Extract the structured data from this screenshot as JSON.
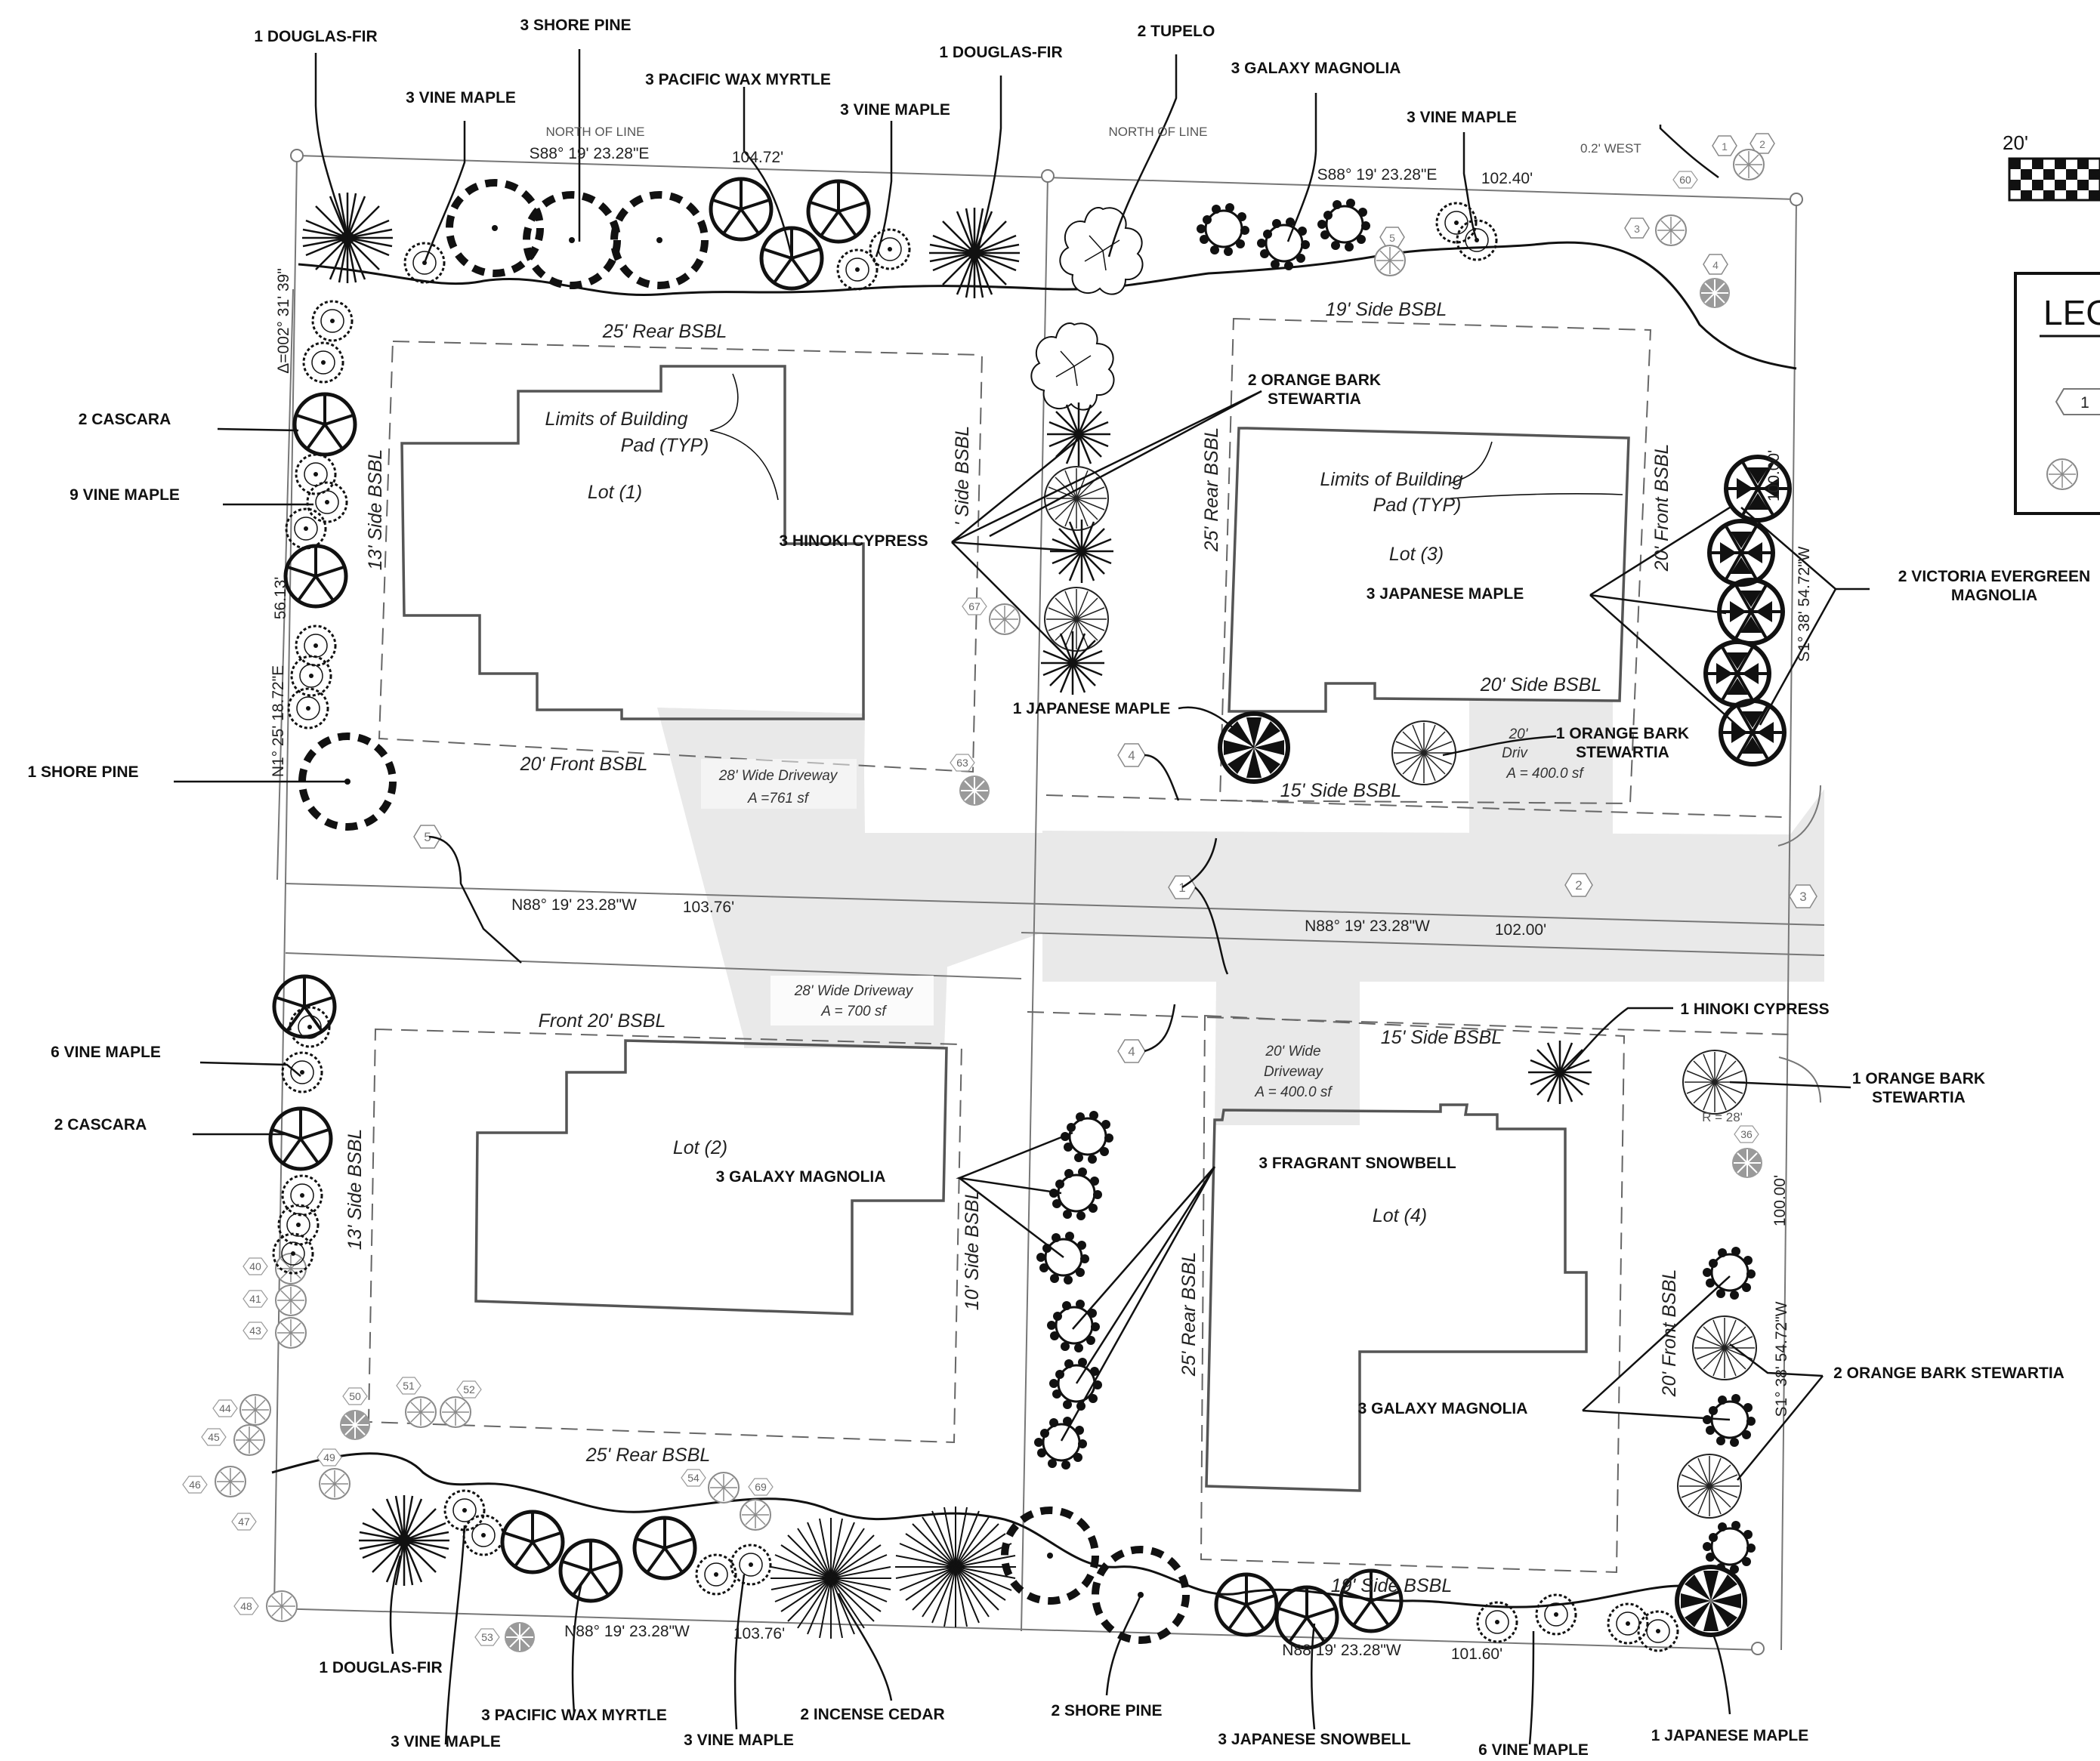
{
  "plant_callouts": [
    {
      "id": "c1",
      "text": "1 DOUGLAS-FIR"
    },
    {
      "id": "c2",
      "text": "3 SHORE PINE"
    },
    {
      "id": "c3",
      "text": "3 VINE MAPLE"
    },
    {
      "id": "c4",
      "text": "3 PACIFIC WAX MYRTLE"
    },
    {
      "id": "c5",
      "text": "3 VINE MAPLE"
    },
    {
      "id": "c6",
      "text": "1 DOUGLAS-FIR"
    },
    {
      "id": "c7",
      "text": "2 TUPELO"
    },
    {
      "id": "c8",
      "text": "3 GALAXY MAGNOLIA"
    },
    {
      "id": "c9",
      "text": "3 VINE MAPLE"
    },
    {
      "id": "c10",
      "text": "2 CASCARA"
    },
    {
      "id": "c11",
      "text": "9 VINE MAPLE"
    },
    {
      "id": "c12",
      "text": "1 SHORE PINE"
    },
    {
      "id": "c13a",
      "text": "2 ORANGE BARK"
    },
    {
      "id": "c13b",
      "text": "STEWARTIA"
    },
    {
      "id": "c14",
      "text": "3 HINOKI CYPRESS"
    },
    {
      "id": "c15",
      "text": "3 JAPANESE MAPLE"
    },
    {
      "id": "c16a",
      "text": "2 VICTORIA EVERGREEN"
    },
    {
      "id": "c16b",
      "text": "MAGNOLIA"
    },
    {
      "id": "c17",
      "text": "1 JAPANESE MAPLE"
    },
    {
      "id": "c18a",
      "text": "1 ORANGE BARK"
    },
    {
      "id": "c18b",
      "text": "STEWARTIA"
    },
    {
      "id": "c19",
      "text": "6 VINE MAPLE"
    },
    {
      "id": "c20",
      "text": "2 CASCARA"
    },
    {
      "id": "c21",
      "text": "1 HINOKI CYPRESS"
    },
    {
      "id": "c22a",
      "text": "1 ORANGE BARK"
    },
    {
      "id": "c22b",
      "text": "STEWARTIA"
    },
    {
      "id": "c23",
      "text": "3 GALAXY MAGNOLIA"
    },
    {
      "id": "c24",
      "text": "3 FRAGRANT SNOWBELL"
    },
    {
      "id": "c25",
      "text": "2 ORANGE BARK STEWARTIA"
    },
    {
      "id": "c26",
      "text": "3 GALAXY MAGNOLIA"
    },
    {
      "id": "c27",
      "text": "1 DOUGLAS-FIR"
    },
    {
      "id": "c28",
      "text": "3 VINE MAPLE"
    },
    {
      "id": "c29",
      "text": "3 PACIFIC WAX MYRTLE"
    },
    {
      "id": "c30",
      "text": "3 VINE MAPLE"
    },
    {
      "id": "c31",
      "text": "2 INCENSE CEDAR"
    },
    {
      "id": "c32",
      "text": "2 SHORE PINE"
    },
    {
      "id": "c33",
      "text": "3 JAPANESE SNOWBELL"
    },
    {
      "id": "c34",
      "text": "6 VINE MAPLE"
    },
    {
      "id": "c35",
      "text": "1 JAPANESE MAPLE"
    }
  ],
  "setback_labels": [
    {
      "id": "s1",
      "text": "25' Rear BSBL"
    },
    {
      "id": "s2",
      "text": "13' Side BSBL"
    },
    {
      "id": "s3",
      "text": "20' Front BSBL"
    },
    {
      "id": "s4",
      "text": "' Side BSBL"
    },
    {
      "id": "s5",
      "text": "19' Side BSBL"
    },
    {
      "id": "s6",
      "text": "25' Rear BSBL"
    },
    {
      "id": "s7",
      "text": "20' Front BSBL"
    },
    {
      "id": "s8",
      "text": "20' Side BSBL"
    },
    {
      "id": "s9",
      "text": "15' Side BSBL"
    },
    {
      "id": "s10",
      "text": "Front 20' BSBL"
    },
    {
      "id": "s11",
      "text": "13' Side BSBL"
    },
    {
      "id": "s12",
      "text": "10' Side BSBL"
    },
    {
      "id": "s13",
      "text": "15' Side BSBL"
    },
    {
      "id": "s14",
      "text": "25' Rear BSBL"
    },
    {
      "id": "s15",
      "text": "20' Front BSBL"
    },
    {
      "id": "s16",
      "text": "25' Rear BSBL"
    },
    {
      "id": "s17",
      "text": "19' Side BSBL"
    }
  ],
  "lot_labels": [
    {
      "id": "lot1",
      "text": "Lot (1)"
    },
    {
      "id": "lot2",
      "text": "Lot (2)"
    },
    {
      "id": "lot3",
      "text": "Lot (3)"
    },
    {
      "id": "lot4",
      "text": "Lot (4)"
    }
  ],
  "pad_notes": [
    {
      "id": "p1a",
      "text": "Limits of Building"
    },
    {
      "id": "p1b",
      "text": "Pad (TYP)"
    },
    {
      "id": "p2a",
      "text": "Limits of Building"
    },
    {
      "id": "p2b",
      "text": "Pad (TYP)"
    }
  ],
  "driveways": [
    {
      "id": "d1a",
      "text": "28' Wide Driveway"
    },
    {
      "id": "d1b",
      "text": "A =761 sf"
    },
    {
      "id": "d2a",
      "text": "28' Wide Driveway"
    },
    {
      "id": "d2b",
      "text": "A = 700 sf"
    },
    {
      "id": "d3a",
      "text": "20' Wide"
    },
    {
      "id": "d3b",
      "text": "Driveway"
    },
    {
      "id": "d3c",
      "text": "A = 400.0 sf"
    },
    {
      "id": "d4a",
      "text": "20'"
    },
    {
      "id": "d4b",
      "text": "Driv"
    },
    {
      "id": "d4c",
      "text": "A = 400.0 sf"
    }
  ],
  "bearings": [
    {
      "id": "b1",
      "text": "S88° 19' 23.28\"E"
    },
    {
      "id": "b2",
      "text": "104.72'"
    },
    {
      "id": "b3",
      "text": "S88° 19' 23.28\"E"
    },
    {
      "id": "b4",
      "text": "102.40'"
    },
    {
      "id": "b5",
      "text": "N88° 19' 23.28\"W"
    },
    {
      "id": "b6",
      "text": "103.76'"
    },
    {
      "id": "b7",
      "text": "N88° 19' 23.28\"W"
    },
    {
      "id": "b8",
      "text": "102.00'"
    },
    {
      "id": "b9",
      "text": "N88° 19' 23.28\"W"
    },
    {
      "id": "b10",
      "text": "103.76'"
    },
    {
      "id": "b11",
      "text": "N88  19' 23.28\"W"
    },
    {
      "id": "b12",
      "text": "101.60'"
    },
    {
      "id": "b13",
      "text": "N1° 25' 18.72\"E"
    },
    {
      "id": "b14",
      "text": "56.13'"
    },
    {
      "id": "b15",
      "text": "Δ=002° 31' 39\""
    },
    {
      "id": "b16",
      "text": "100.00'"
    },
    {
      "id": "b17",
      "text": "S1° 38' 54.72\"W"
    },
    {
      "id": "b18",
      "text": "100.00'"
    },
    {
      "id": "b19",
      "text": "S1° 38' 54.72\"W"
    },
    {
      "id": "b20",
      "text": "0.2' WEST"
    },
    {
      "id": "b21",
      "text": "NORTH OF LINE"
    },
    {
      "id": "b22",
      "text": "NORTH OF LINE"
    },
    {
      "id": "b23",
      "text": "R = 28'"
    }
  ],
  "keynote_tags": [
    "1",
    "2",
    "4",
    "4",
    "5",
    "1",
    "2",
    "3",
    "1",
    "2",
    "3",
    "4",
    "5",
    "36",
    "40",
    "41",
    "43",
    "44",
    "45",
    "46",
    "47",
    "48",
    "49",
    "50",
    "51",
    "52",
    "53",
    "54",
    "60",
    "63",
    "67",
    "69"
  ],
  "legend": {
    "title": "LEG",
    "tag": "1"
  },
  "scale": {
    "label": "20'"
  },
  "colors": {
    "line": "#111111",
    "driveway": "#e8e8e8",
    "boundary": "#777777",
    "setback": "#666666",
    "ghost": "#9a9a9a"
  }
}
